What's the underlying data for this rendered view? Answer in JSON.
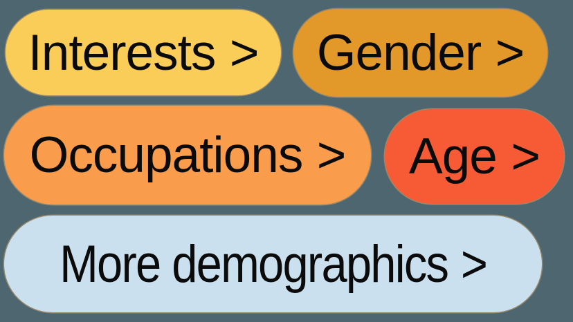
{
  "page": {
    "background": "#4E6670",
    "text_color": "#0b0b0b",
    "outline_color": "#DEAC68"
  },
  "buttons": [
    {
      "id": "interests",
      "label": "Interests",
      "chevron": ">",
      "color": "#F9CD57"
    },
    {
      "id": "gender",
      "label": "Gender",
      "chevron": ">",
      "color": "#E3992A"
    },
    {
      "id": "occupations",
      "label": "Occupations",
      "chevron": ">",
      "color": "#F99C4B"
    },
    {
      "id": "age",
      "label": "Age",
      "chevron": ">",
      "color": "#F75B35"
    },
    {
      "id": "more-demographics",
      "label": "More demographics",
      "chevron": ">",
      "color": "#CBE0EF"
    }
  ]
}
